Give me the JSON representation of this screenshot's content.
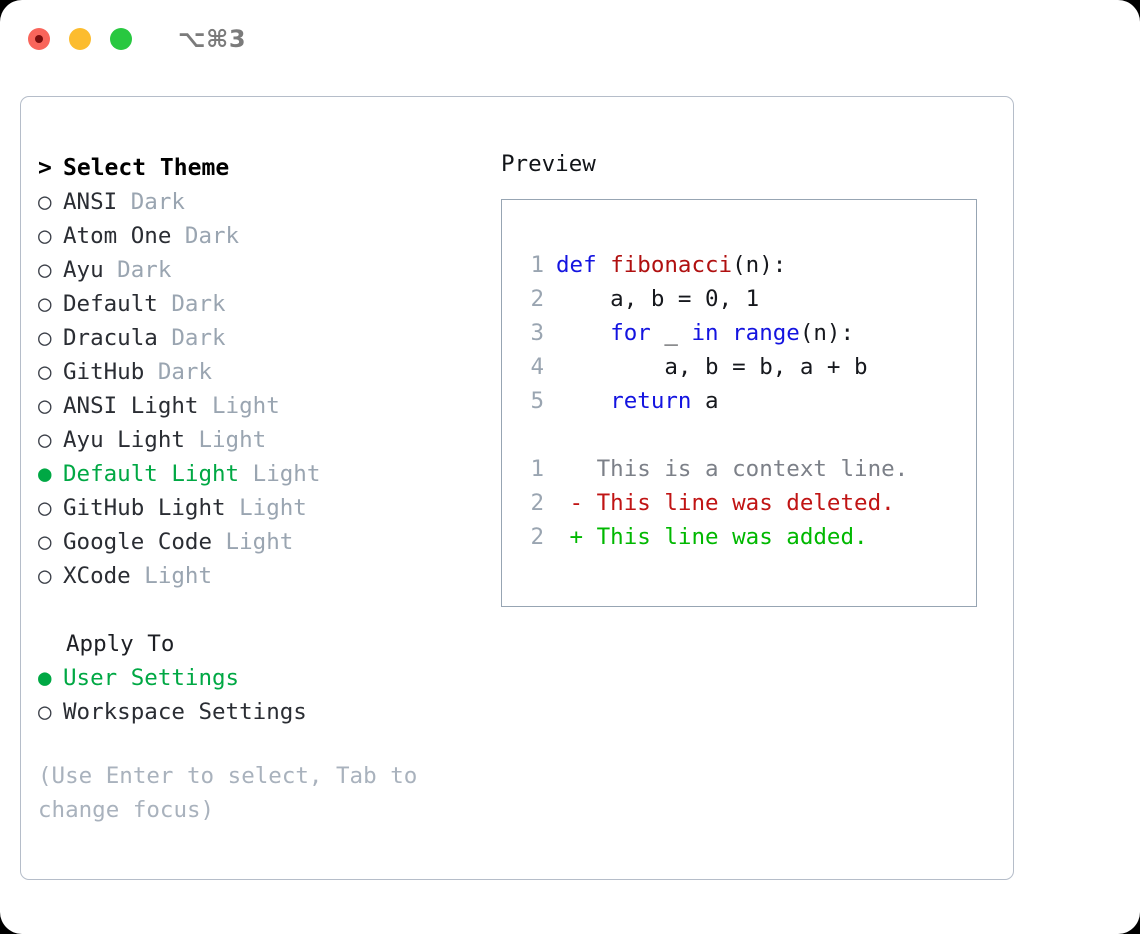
{
  "titlebar": {
    "shortcut": "⌥⌘3",
    "buttons": [
      {
        "name": "close",
        "color": "#f9655b"
      },
      {
        "name": "minimize",
        "color": "#fcbc2e"
      },
      {
        "name": "maximize",
        "color": "#28c840"
      }
    ]
  },
  "theme_picker": {
    "prompt_marker": ">",
    "title": "Select Theme",
    "bullet_selected": "●",
    "bullet_unselected": "○",
    "selected_color": "#00a844",
    "items": [
      {
        "bullet": "○",
        "name": "ANSI",
        "category": "Dark",
        "selected": false
      },
      {
        "bullet": "○",
        "name": "Atom One",
        "category": "Dark",
        "selected": false
      },
      {
        "bullet": "○",
        "name": "Ayu",
        "category": "Dark",
        "selected": false
      },
      {
        "bullet": "○",
        "name": "Default",
        "category": "Dark",
        "selected": false
      },
      {
        "bullet": "○",
        "name": "Dracula",
        "category": "Dark",
        "selected": false
      },
      {
        "bullet": "○",
        "name": "GitHub",
        "category": "Dark",
        "selected": false
      },
      {
        "bullet": "○",
        "name": "ANSI Light",
        "category": "Light",
        "selected": false
      },
      {
        "bullet": "○",
        "name": "Ayu Light",
        "category": "Light",
        "selected": false
      },
      {
        "bullet": "●",
        "name": "Default Light",
        "category": "Light",
        "selected": true
      },
      {
        "bullet": "○",
        "name": "GitHub Light",
        "category": "Light",
        "selected": false
      },
      {
        "bullet": "○",
        "name": "Google Code",
        "category": "Light",
        "selected": false
      },
      {
        "bullet": "○",
        "name": "XCode",
        "category": "Light",
        "selected": false
      }
    ]
  },
  "apply_to": {
    "title": "Apply To",
    "options": [
      {
        "bullet": "●",
        "label": "User Settings",
        "selected": true
      },
      {
        "bullet": "○",
        "label": "Workspace Settings",
        "selected": false
      }
    ]
  },
  "hint": "(Use Enter to select, Tab to change focus)",
  "preview": {
    "title": "Preview",
    "code_lines": [
      {
        "num": "1",
        "tokens": [
          {
            "t": "def ",
            "c": "kw"
          },
          {
            "t": "fibonacci",
            "c": "fn"
          },
          {
            "t": "(n):",
            "c": "txt"
          }
        ]
      },
      {
        "num": "2",
        "tokens": [
          {
            "t": "    a, b = 0, 1",
            "c": "txt"
          }
        ]
      },
      {
        "num": "3",
        "tokens": [
          {
            "t": "    ",
            "c": "txt"
          },
          {
            "t": "for",
            "c": "kw"
          },
          {
            "t": " _ ",
            "c": "txt"
          },
          {
            "t": "in",
            "c": "kw"
          },
          {
            "t": " ",
            "c": "txt"
          },
          {
            "t": "range",
            "c": "bi"
          },
          {
            "t": "(n):",
            "c": "txt"
          }
        ]
      },
      {
        "num": "4",
        "tokens": [
          {
            "t": "        a, b = b, a + b",
            "c": "txt"
          }
        ]
      },
      {
        "num": "5",
        "tokens": [
          {
            "t": "    ",
            "c": "txt"
          },
          {
            "t": "return",
            "c": "kw"
          },
          {
            "t": " a",
            "c": "txt"
          }
        ]
      }
    ],
    "diff_lines": [
      {
        "num": "1",
        "marker": " ",
        "text": "This is a context line.",
        "kind": "ctx"
      },
      {
        "num": "2",
        "marker": "-",
        "text": "This line was deleted.",
        "kind": "del"
      },
      {
        "num": "2",
        "marker": "+",
        "text": "This line was added.",
        "kind": "add"
      }
    ]
  }
}
